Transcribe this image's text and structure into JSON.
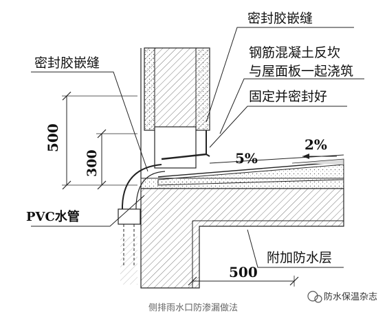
{
  "labels": {
    "sealant_top": "密封胶嵌缝",
    "sealant_left": "密封胶嵌缝",
    "rc_curb_line1": "钢筋混凝土反坎",
    "rc_curb_line2": "与屋面板一起浇筑",
    "fix_seal": "固定并密封好",
    "pvc_pipe": "PVC水管",
    "extra_waterproof": "附加防水层"
  },
  "dimensions": {
    "height_total": "500",
    "height_pipe": "300",
    "width_bottom": "500",
    "slope_roof": "5%",
    "slope_gutter": "2%"
  },
  "caption": "侧排雨水口防渗漏做法",
  "watermark": {
    "text": "防水保温杂志",
    "icon": "wechat-icon"
  },
  "colors": {
    "line": "#222222",
    "concrete_hatch": "#555555",
    "caption": "#666666"
  }
}
